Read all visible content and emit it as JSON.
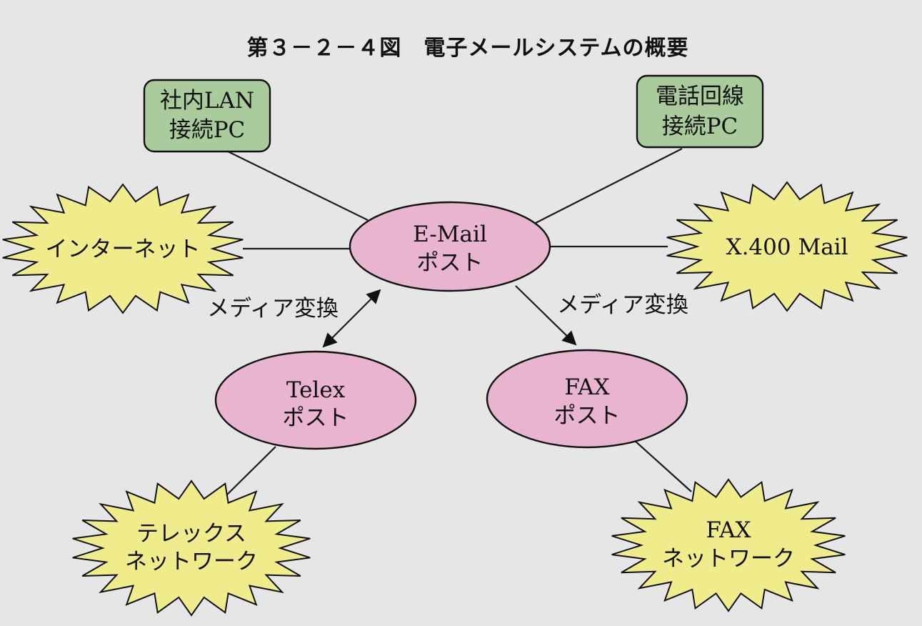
{
  "title": "第３－２－４図　電子メールシステムの概要",
  "colors": {
    "background": "#e6e6e6",
    "post_ellipse": "#e8b4cf",
    "pc_box": "#aacb9c",
    "network_burst": "#f0ec8c"
  },
  "nodes": {
    "lan_pc": {
      "line1": "社内LAN",
      "line2": "接続PC"
    },
    "phone_pc": {
      "line1": "電話回線",
      "line2": "接続PC"
    },
    "internet": {
      "label": "インターネット"
    },
    "x400": {
      "label": "X.400 Mail"
    },
    "email_post": {
      "line1": "E-Mail",
      "line2": "ポスト"
    },
    "telex_post": {
      "line1": "Telex",
      "line2": "ポスト"
    },
    "fax_post": {
      "line1": "FAX",
      "line2": "ポスト"
    },
    "telex_network": {
      "line1": "テレックス",
      "line2": "ネットワーク"
    },
    "fax_network": {
      "line1": "FAX",
      "line2": "ネットワーク"
    }
  },
  "edges": {
    "media_conversion_left": "メディア変換",
    "media_conversion_right": "メディア変換"
  }
}
